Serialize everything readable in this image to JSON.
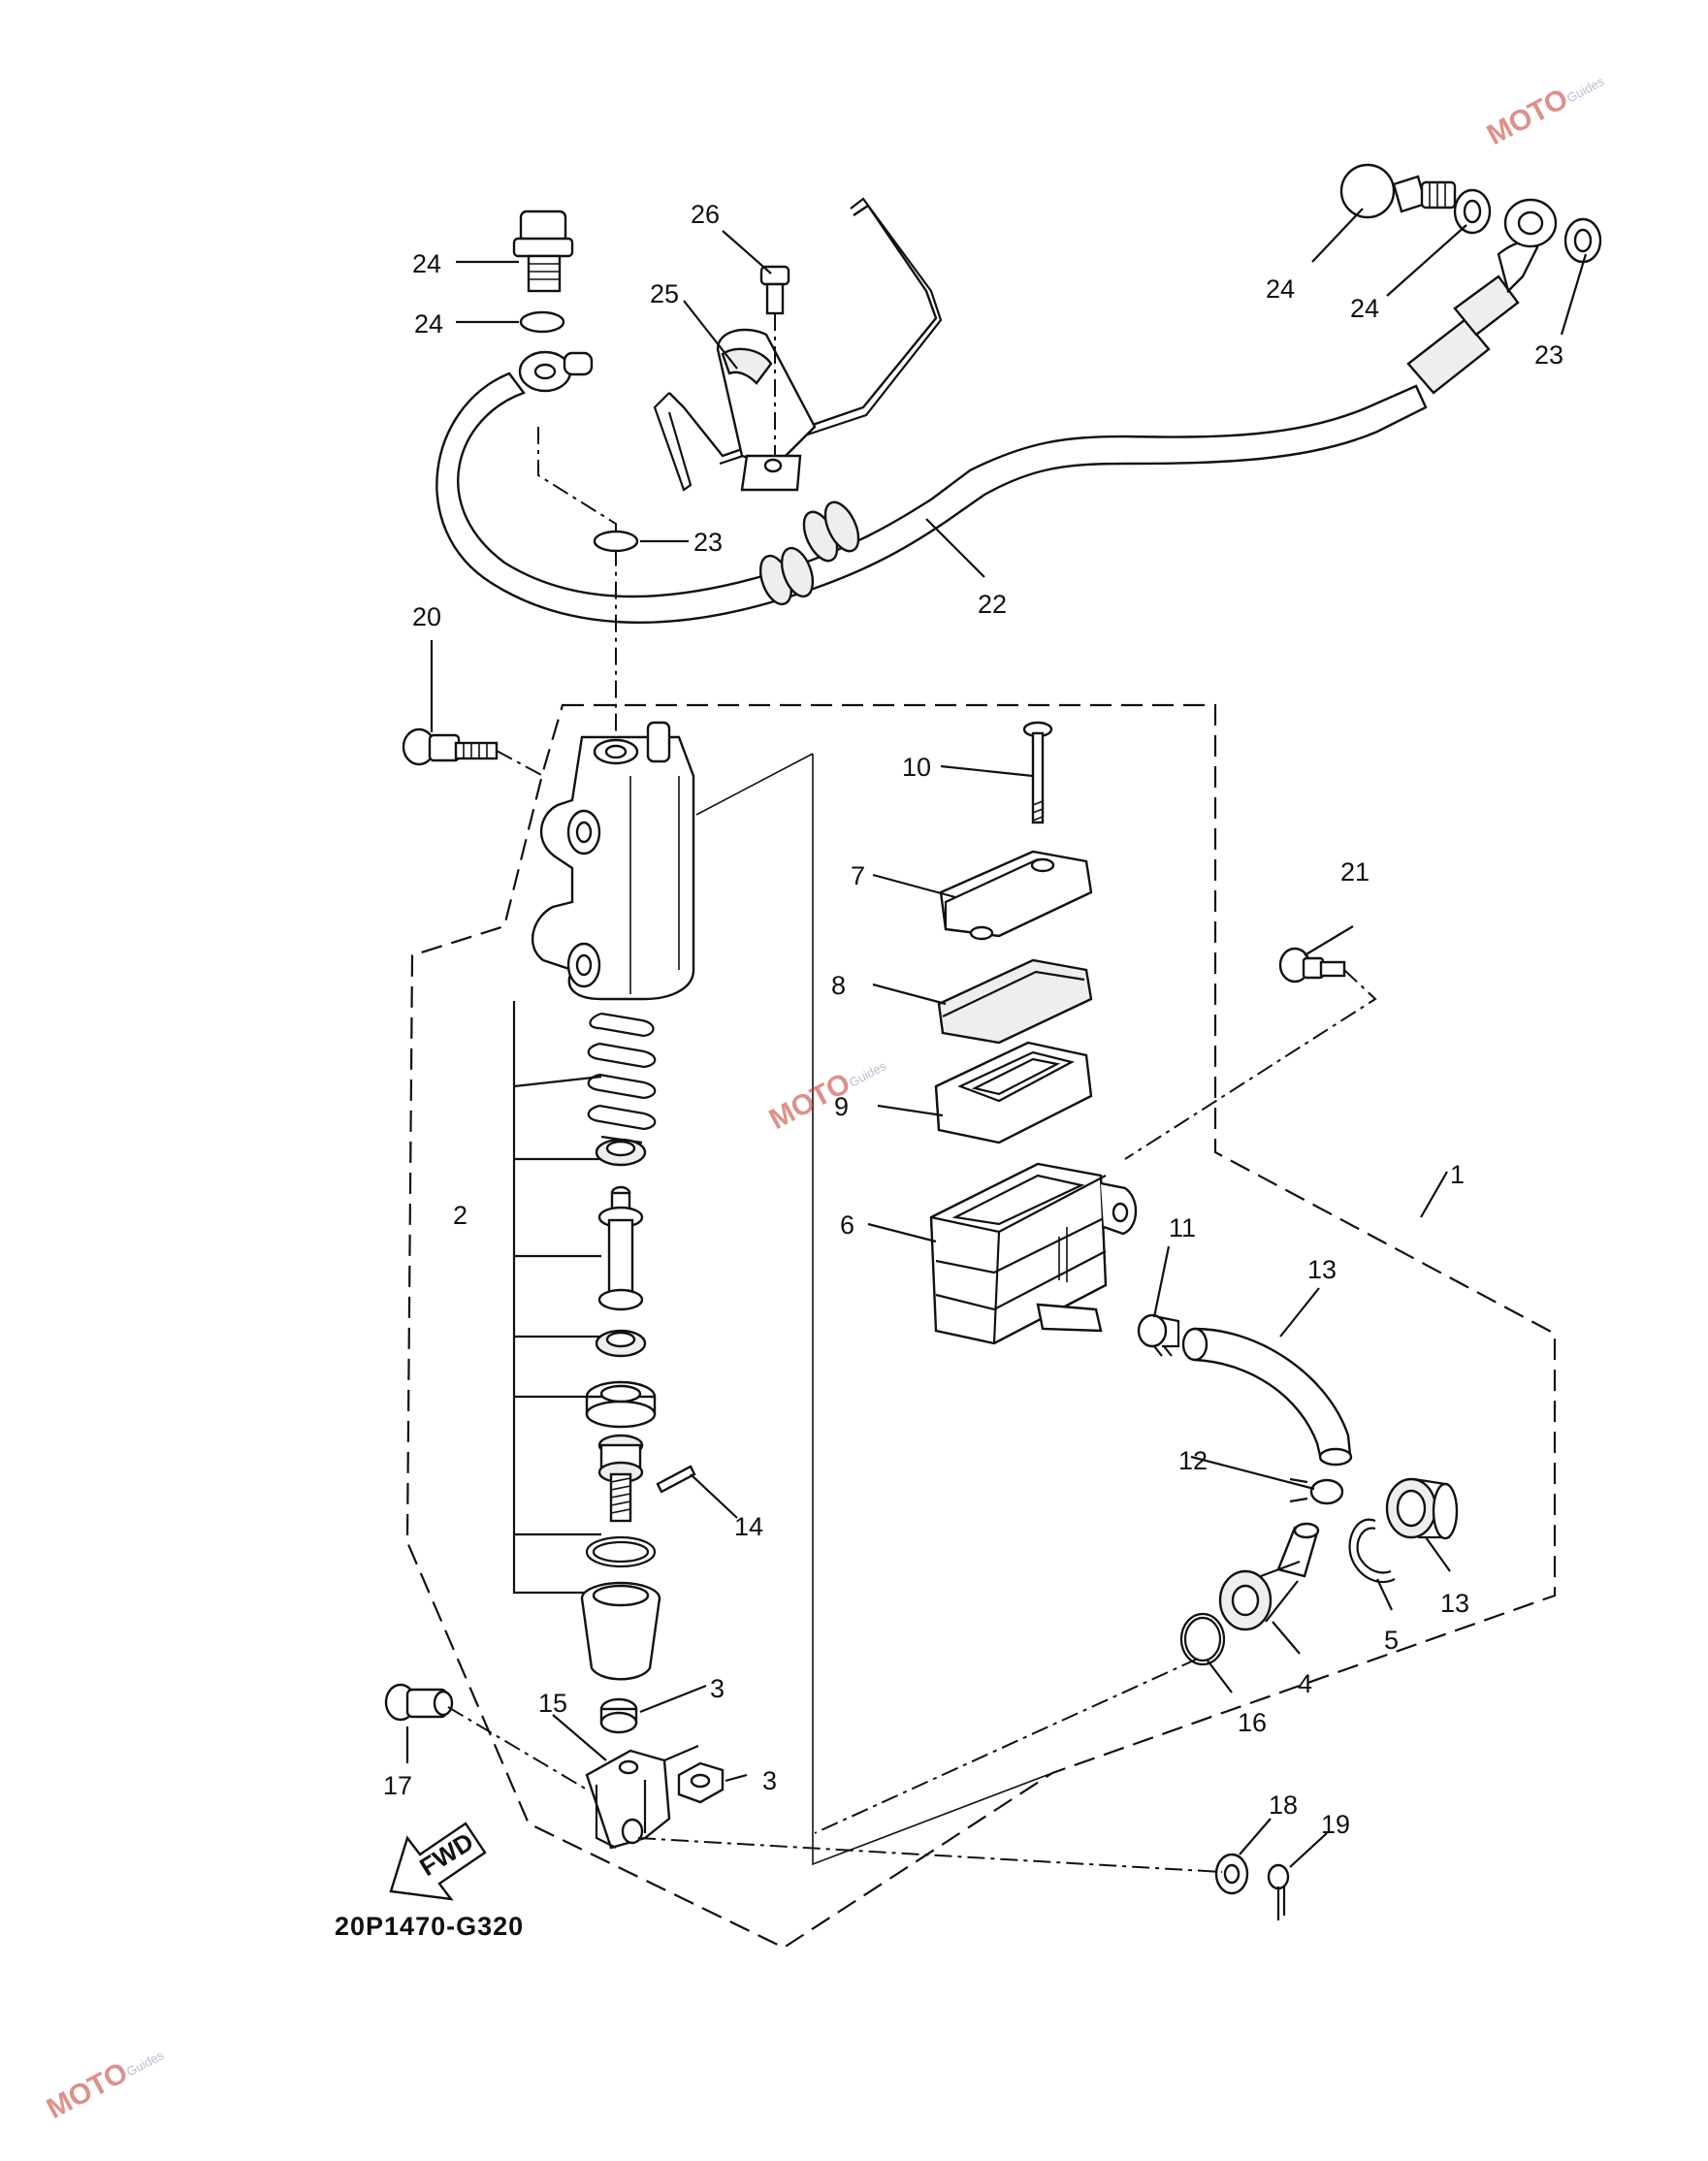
{
  "diagram_code": "20P1470-G320",
  "fwd_label": "FWD",
  "watermark": {
    "brand": "MOTO",
    "sub": "Guides"
  },
  "callouts": [
    {
      "id": "c1",
      "text": "1"
    },
    {
      "id": "c2",
      "text": "2"
    },
    {
      "id": "c3a",
      "text": "3"
    },
    {
      "id": "c3b",
      "text": "3"
    },
    {
      "id": "c4",
      "text": "4"
    },
    {
      "id": "c5",
      "text": "5"
    },
    {
      "id": "c6",
      "text": "6"
    },
    {
      "id": "c7",
      "text": "7"
    },
    {
      "id": "c8",
      "text": "8"
    },
    {
      "id": "c9",
      "text": "9"
    },
    {
      "id": "c10",
      "text": "10"
    },
    {
      "id": "c11",
      "text": "11"
    },
    {
      "id": "c12",
      "text": "12"
    },
    {
      "id": "c13a",
      "text": "13"
    },
    {
      "id": "c13b",
      "text": "13"
    },
    {
      "id": "c14",
      "text": "14"
    },
    {
      "id": "c15",
      "text": "15"
    },
    {
      "id": "c16",
      "text": "16"
    },
    {
      "id": "c17",
      "text": "17"
    },
    {
      "id": "c18",
      "text": "18"
    },
    {
      "id": "c19",
      "text": "19"
    },
    {
      "id": "c20",
      "text": "20"
    },
    {
      "id": "c21",
      "text": "21"
    },
    {
      "id": "c22",
      "text": "22"
    },
    {
      "id": "c23a",
      "text": "23"
    },
    {
      "id": "c23b",
      "text": "23"
    },
    {
      "id": "c24a",
      "text": "24"
    },
    {
      "id": "c24b",
      "text": "24"
    },
    {
      "id": "c24c",
      "text": "24"
    },
    {
      "id": "c24d",
      "text": "24"
    },
    {
      "id": "c25",
      "text": "25"
    },
    {
      "id": "c26",
      "text": "26"
    }
  ]
}
